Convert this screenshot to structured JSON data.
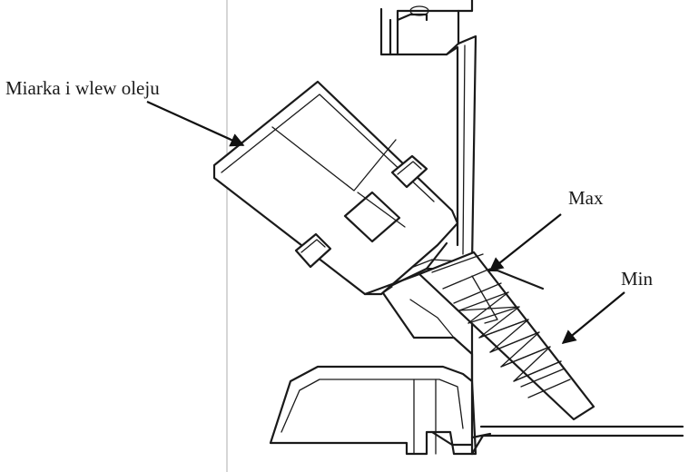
{
  "labels": {
    "filler_dipstick": "Miarka i wlew oleju",
    "max": "Max",
    "min": "Min"
  },
  "colors": {
    "line": "#1a1a1a",
    "background": "#ffffff"
  }
}
